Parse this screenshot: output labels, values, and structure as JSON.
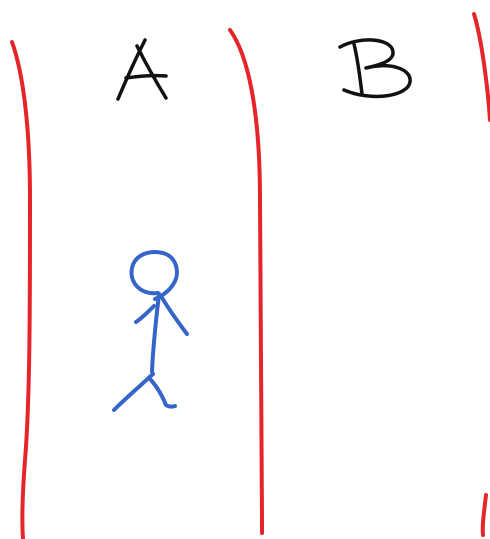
{
  "lanes": [
    {
      "label": "A"
    },
    {
      "label": "B"
    }
  ],
  "colors": {
    "lane_line": "#e5252a",
    "text": "#111111",
    "figure": "#3565c8",
    "background": "#ffffff"
  },
  "figure": {
    "icon": "stick-figure-icon",
    "lane": "A"
  }
}
